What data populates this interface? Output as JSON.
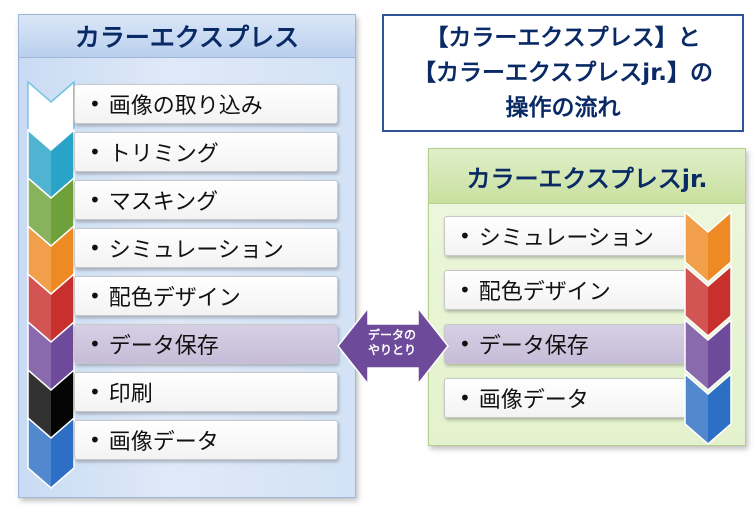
{
  "title": {
    "line1": "【カラーエクスプレス】と",
    "line2": "【カラーエクスプレスjr.】の",
    "line3": "操作の流れ"
  },
  "left": {
    "header": "カラーエクスプレス",
    "steps": [
      {
        "label": "画像の取り込み",
        "color": "#ffffff",
        "highlight": false
      },
      {
        "label": "トリミング",
        "color": "#2aa3c9",
        "highlight": false
      },
      {
        "label": "マスキング",
        "color": "#6fa13a",
        "highlight": false
      },
      {
        "label": "シミュレーション",
        "color": "#ee8a24",
        "highlight": false
      },
      {
        "label": "配色デザイン",
        "color": "#c8302e",
        "highlight": false
      },
      {
        "label": "データ保存",
        "color": "#6e4a9b",
        "highlight": true
      },
      {
        "label": "印刷",
        "color": "#050505",
        "highlight": false
      },
      {
        "label": "画像データ",
        "color": "#2c6fc4",
        "highlight": false
      }
    ]
  },
  "right": {
    "header": "カラーエクスプレスjr.",
    "steps": [
      {
        "label": "シミュレーション",
        "color": "#ee8a24",
        "highlight": false
      },
      {
        "label": "配色デザイン",
        "color": "#c8302e",
        "highlight": false
      },
      {
        "label": "データ保存",
        "color": "#6e4a9b",
        "highlight": true
      },
      {
        "label": "画像データ",
        "color": "#2c6fc4",
        "highlight": false
      }
    ]
  },
  "exchange": {
    "line1": "データの",
    "line2": "やりとり",
    "color": "#6e4a9b"
  },
  "bullet": "•"
}
